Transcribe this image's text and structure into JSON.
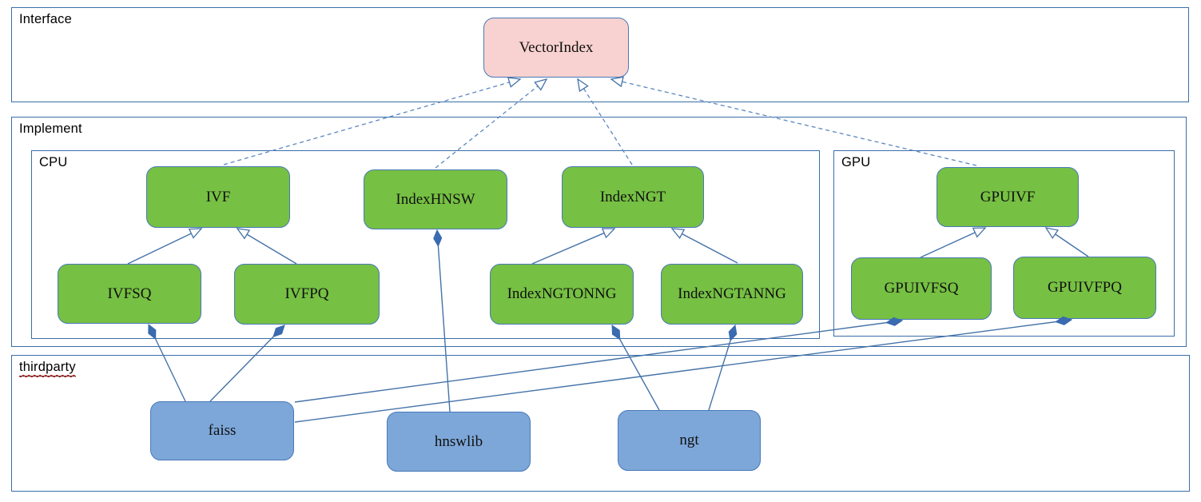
{
  "diagram": {
    "kind": "uml-architecture-diagram",
    "containers": {
      "interface": {
        "label": "Interface"
      },
      "implement": {
        "label": "Implement"
      },
      "cpu": {
        "label": "CPU"
      },
      "gpu": {
        "label": "GPU"
      },
      "thirdparty": {
        "label": "thirdparty",
        "spellcheck_squiggle": true
      }
    },
    "nodes": {
      "vectorindex": {
        "label": "VectorIndex",
        "layer": "interface"
      },
      "ivf": {
        "label": "IVF",
        "layer": "implement-cpu"
      },
      "indexhnsw": {
        "label": "IndexHNSW",
        "layer": "implement-cpu"
      },
      "indexngt": {
        "label": "IndexNGT",
        "layer": "implement-cpu"
      },
      "ivfsq": {
        "label": "IVFSQ",
        "layer": "implement-cpu"
      },
      "ivfpq": {
        "label": "IVFPQ",
        "layer": "implement-cpu"
      },
      "indexngtonng": {
        "label": "IndexNGTONNG",
        "layer": "implement-cpu"
      },
      "indexngtanng": {
        "label": "IndexNGTANNG",
        "layer": "implement-cpu"
      },
      "gpuivf": {
        "label": "GPUIVF",
        "layer": "implement-gpu"
      },
      "gpuivfsq": {
        "label": "GPUIVFSQ",
        "layer": "implement-gpu"
      },
      "gpuivfpq": {
        "label": "GPUIVFPQ",
        "layer": "implement-gpu"
      },
      "faiss": {
        "label": "faiss",
        "layer": "thirdparty"
      },
      "hnswlib": {
        "label": "hnswlib",
        "layer": "thirdparty"
      },
      "ngt": {
        "label": "ngt",
        "layer": "thirdparty"
      }
    },
    "edges": {
      "realization_dashed_hollow_arrow": [
        {
          "from": "IVF",
          "to": "VectorIndex"
        },
        {
          "from": "IndexHNSW",
          "to": "VectorIndex"
        },
        {
          "from": "IndexNGT",
          "to": "VectorIndex"
        },
        {
          "from": "GPUIVF",
          "to": "VectorIndex"
        }
      ],
      "generalization_solid_hollow_arrow": [
        {
          "from": "IVFSQ",
          "to": "IVF"
        },
        {
          "from": "IVFPQ",
          "to": "IVF"
        },
        {
          "from": "IndexNGTONNG",
          "to": "IndexNGT"
        },
        {
          "from": "IndexNGTANNG",
          "to": "IndexNGT"
        },
        {
          "from": "GPUIVFSQ",
          "to": "GPUIVF"
        },
        {
          "from": "GPUIVFPQ",
          "to": "GPUIVF"
        }
      ],
      "composition_solid_filled_diamond": [
        {
          "from": "faiss",
          "to": "IVFSQ"
        },
        {
          "from": "faiss",
          "to": "IVFPQ"
        },
        {
          "from": "faiss",
          "to": "GPUIVFSQ"
        },
        {
          "from": "faiss",
          "to": "GPUIVFPQ"
        },
        {
          "from": "hnswlib",
          "to": "IndexHNSW"
        },
        {
          "from": "ngt",
          "to": "IndexNGTONNG"
        },
        {
          "from": "ngt",
          "to": "IndexNGTANNG"
        }
      ]
    },
    "colors": {
      "interface_node_fill": "#f8d2d0",
      "implement_node_fill": "#76c043",
      "thirdparty_node_fill": "#7da7d9",
      "node_border": "#4979b8",
      "container_border": "#3a6ea8",
      "connector_solid": "#4472a8",
      "connector_dashed": "#5b87c0",
      "diamond_fill": "#3a6ab0",
      "spellcheck_underline": "#cf2020",
      "background": "#ffffff"
    }
  }
}
